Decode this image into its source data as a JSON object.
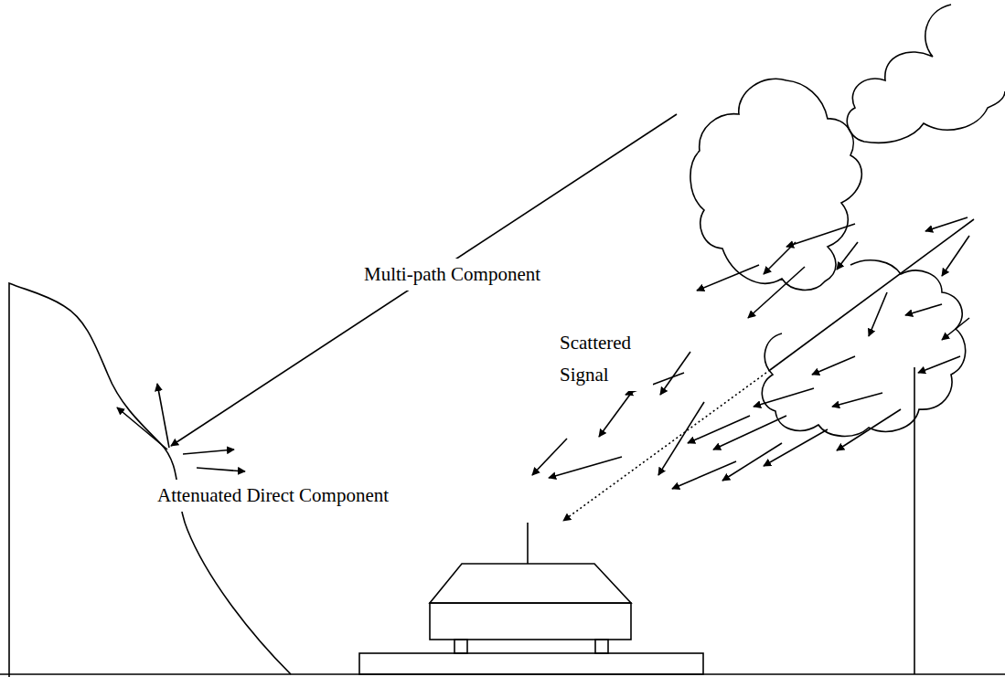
{
  "diagram": {
    "labels": [
      "Multi-path Component",
      "Scattered Signal",
      "Attenuated Direct Component"
    ]
  }
}
